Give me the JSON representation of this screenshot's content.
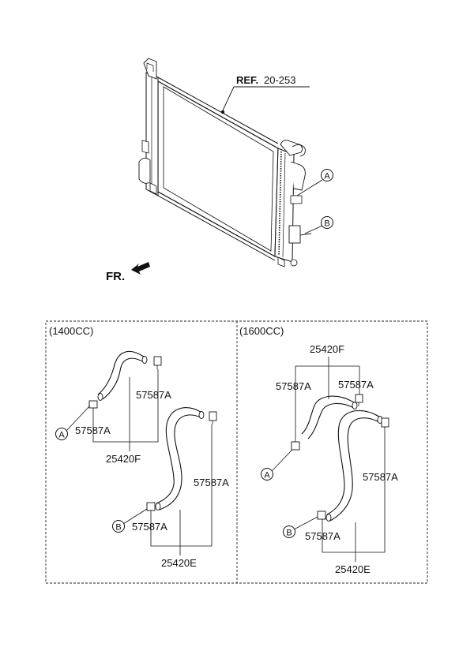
{
  "top": {
    "ref_prefix": "REF.",
    "ref_number": "20-253",
    "front_label": "FR.",
    "callout_a": "A",
    "callout_b": "B"
  },
  "panels": [
    {
      "title": "(1400CC)",
      "labels": {
        "clamp_a_left": "57587A",
        "clamp_upper": "57587A",
        "hose_upper": "25420F",
        "clamp_lower_right": "57587A",
        "clamp_lower_b": "57587A",
        "hose_lower": "25420E"
      },
      "callout_a": "A",
      "callout_b": "B"
    },
    {
      "title": "(1600CC)",
      "labels": {
        "hose_upper": "25420F",
        "clamp_upper_left": "57587A",
        "clamp_upper_right": "57587A",
        "clamp_lower_right": "57587A",
        "clamp_lower_b": "57587A",
        "hose_lower": "25420E"
      },
      "callout_a": "A",
      "callout_b": "B"
    }
  ]
}
